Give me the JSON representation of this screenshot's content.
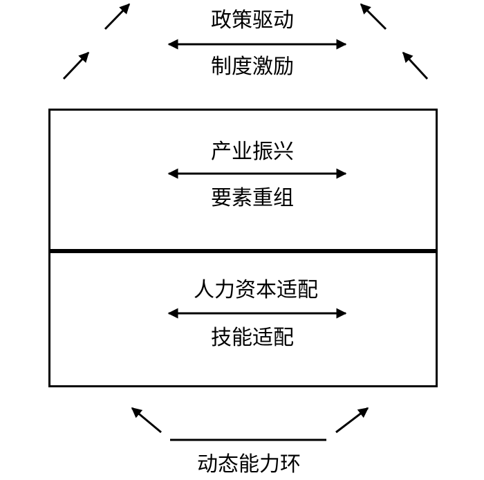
{
  "top": {
    "upper_label": "政策驱动",
    "lower_label": "制度激励"
  },
  "upper_box": {
    "upper_label": "产业振兴",
    "lower_label": "要素重组"
  },
  "lower_box": {
    "upper_label": "人力资本适配",
    "lower_label": "技能适配"
  },
  "bottom": {
    "label": "动态能力环"
  },
  "colors": {
    "stroke": "#000000",
    "background": "#ffffff"
  }
}
